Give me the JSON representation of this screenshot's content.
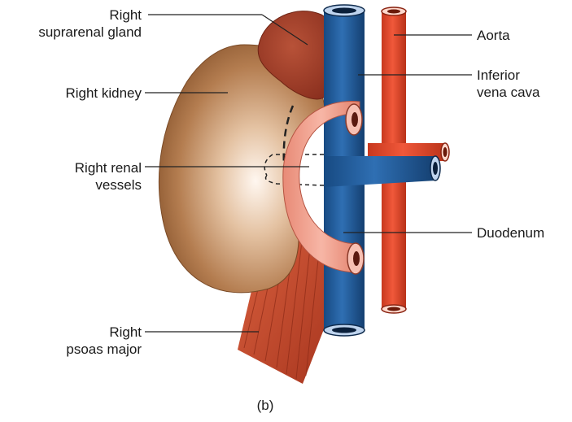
{
  "labels": {
    "suprarenal_line1": "Right",
    "suprarenal_line2": "suprarenal gland",
    "kidney": "Right kidney",
    "renal_line1": "Right renal",
    "renal_line2": "vessels",
    "psoas_line1": "Right",
    "psoas_line2": "psoas major",
    "aorta": "Aorta",
    "ivc_line1": "Inferior",
    "ivc_line2": "vena cava",
    "duodenum": "Duodenum"
  },
  "caption": "(b)",
  "colors": {
    "kidney": "#b07a4a",
    "kidney_highlight": "#fff6ee",
    "suprarenal": "#a8402c",
    "ivc": "#1f5a9a",
    "aorta": "#e24a2a",
    "duodenum": "#f2a08e",
    "psoas": "#c24a2e",
    "leader": "#222222"
  }
}
